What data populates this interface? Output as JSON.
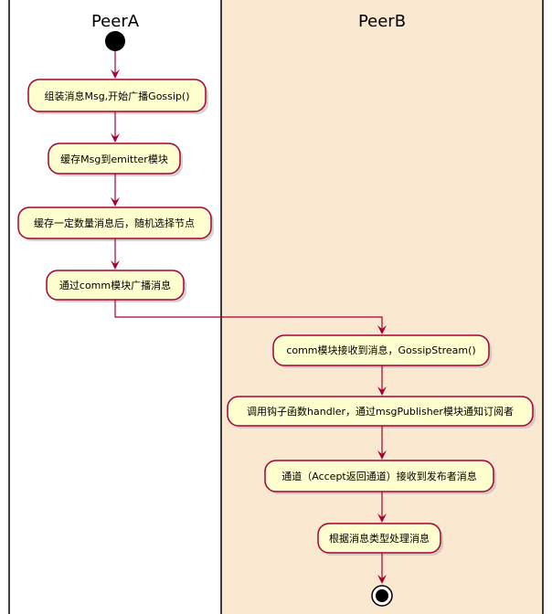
{
  "swimlanes": {
    "peer_a": {
      "title": "PeerA",
      "background": "#ffffff"
    },
    "peer_b": {
      "title": "PeerB",
      "background": "#fbe8d0"
    }
  },
  "activities": {
    "assemble_msg": "组装消息Msg,开始广播Gossip()",
    "cache_emitter": "缓存Msg到emitter模块",
    "cache_select": "缓存一定数量消息后，随机选择节点",
    "comm_broadcast": "通过comm模块广播消息",
    "comm_receive": "comm模块接收到消息，GossipStream()",
    "hook_handler": "调用钩子函数handler，通过msgPublisher模块通知订阅者",
    "channel_receive": "通道（Accept返回通道）接收到发布者消息",
    "process_msg": "根据消息类型处理消息"
  },
  "colors": {
    "activity_fill": "#fefece",
    "activity_border": "#a80036",
    "arrow": "#a80036",
    "node": "#000000"
  }
}
